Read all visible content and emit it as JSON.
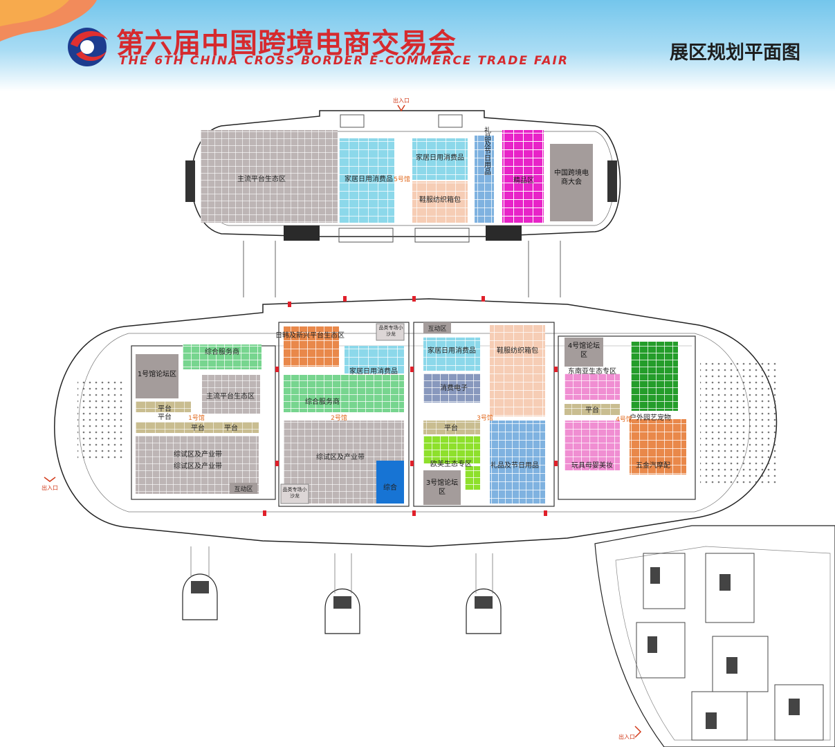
{
  "header": {
    "title_cn": "第六届中国跨境电商交易会",
    "title_en": "THE 6TH CHINA CROSS BORDER E-COMMERCE TRADE FAIR",
    "page_label": "展区规划平面图"
  },
  "colors": {
    "brand_red": "#d62a2e",
    "header_blue": "#74c6ec",
    "zone_gray": "#bdb5b5",
    "zone_cyan": "#8cd8ea",
    "zone_peach": "#f6cdb5",
    "zone_blue": "#7fb2e0",
    "zone_magenta": "#e823c8",
    "zone_green": "#77d58f",
    "zone_orange": "#e9884a",
    "zone_slate": "#8898bd",
    "zone_lime": "#8ee02c",
    "zone_pink": "#f08ed2",
    "zone_darkgreen": "#249d2a",
    "zone_khaki": "#c9bd90"
  },
  "upper_hall": {
    "entrance": "出入口",
    "zones": {
      "mainstream_platform": "主流平台生态区",
      "household_left": "家居日用消费品",
      "household_right": "家居日用消费品",
      "hall_tag": "5号馆",
      "footwear": "鞋服纺织箱包",
      "gifts": "礼品及节日用品",
      "boutique": "精品区",
      "conference": "中国跨境电商大会"
    }
  },
  "lower_hall": {
    "halls": [
      "1号馆",
      "2号馆",
      "3号馆",
      "4号馆"
    ],
    "hall1": {
      "forum": "1号馆论坛区",
      "services": "综合服务商",
      "mainstream": "主流平台生态区",
      "platform_a": "平台",
      "platform_b": "平台",
      "platform_c": "平台",
      "platform_d": "平台",
      "pilot_a": "综试区及产业带",
      "pilot_b": "综试区及产业带",
      "interact": "互动区"
    },
    "hall2": {
      "jk": "日韩及新兴平台生态区",
      "salon": "品类专场小沙龙",
      "household": "家居日用消费品",
      "services": "综合服务商",
      "pilot": "综试区及产业带",
      "salon2": "品类专场小沙龙",
      "misc": "综合"
    },
    "hall3": {
      "interact": "互动区",
      "household": "家居日用消费品",
      "electronics": "消费电子",
      "platform": "平台",
      "eu": "欧美生态专区",
      "forum": "3号馆论坛区",
      "footwear": "鞋服纺织箱包",
      "gifts": "礼品及节日用品"
    },
    "hall4": {
      "forum": "4号馆论坛区",
      "sea": "东南亚生态专区",
      "platform": "平台",
      "outdoor": "户外园艺宠物",
      "toys": "玩具母婴美妆",
      "hardware": "五金汽摩配"
    },
    "exit_left": "出入口",
    "exit_bottom": "出入口"
  }
}
